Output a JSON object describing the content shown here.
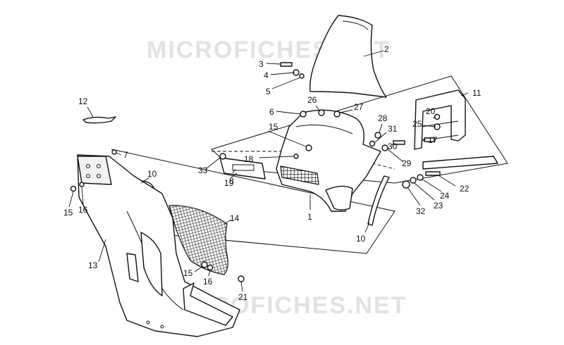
{
  "watermark": {
    "text_top": "MICROFICHES.NET",
    "text_bottom": "MICROFICHES.NET"
  },
  "callouts": [
    {
      "id": "c1",
      "label": "1"
    },
    {
      "id": "c2",
      "label": "2"
    },
    {
      "id": "c3",
      "label": "3"
    },
    {
      "id": "c4",
      "label": "4"
    },
    {
      "id": "c5",
      "label": "5"
    },
    {
      "id": "c6",
      "label": "6"
    },
    {
      "id": "c7",
      "label": "7"
    },
    {
      "id": "c8",
      "label": "8"
    },
    {
      "id": "c10a",
      "label": "10"
    },
    {
      "id": "c10b",
      "label": "10"
    },
    {
      "id": "c11",
      "label": "11"
    },
    {
      "id": "c12",
      "label": "12"
    },
    {
      "id": "c13",
      "label": "13"
    },
    {
      "id": "c14",
      "label": "14"
    },
    {
      "id": "c15a",
      "label": "15"
    },
    {
      "id": "c15b",
      "label": "15"
    },
    {
      "id": "c15c",
      "label": "15"
    },
    {
      "id": "c16a",
      "label": "16"
    },
    {
      "id": "c16b",
      "label": "16"
    },
    {
      "id": "c17",
      "label": "17"
    },
    {
      "id": "c18",
      "label": "18"
    },
    {
      "id": "c19",
      "label": "19"
    },
    {
      "id": "c20",
      "label": "20"
    },
    {
      "id": "c21",
      "label": "21"
    },
    {
      "id": "c22",
      "label": "22"
    },
    {
      "id": "c23",
      "label": "23"
    },
    {
      "id": "c24",
      "label": "24"
    },
    {
      "id": "c25",
      "label": "25"
    },
    {
      "id": "c26",
      "label": "26"
    },
    {
      "id": "c27",
      "label": "27"
    },
    {
      "id": "c28",
      "label": "28"
    },
    {
      "id": "c29",
      "label": "29"
    },
    {
      "id": "c30",
      "label": "30"
    },
    {
      "id": "c31",
      "label": "31"
    },
    {
      "id": "c32",
      "label": "32"
    },
    {
      "id": "c33",
      "label": "33"
    }
  ]
}
